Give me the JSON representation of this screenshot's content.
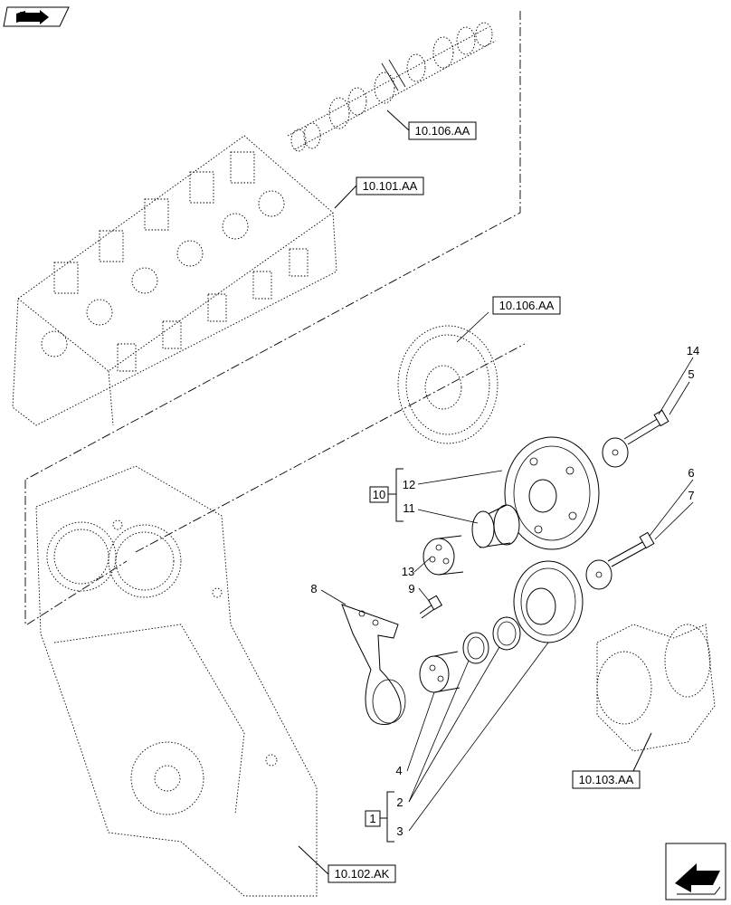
{
  "reference_boxes": {
    "camshaft_ref": "10.106.AA",
    "cylinder_head_ref": "10.101.AA",
    "camshaft_gear_ref": "10.106.AA",
    "crankshaft_ref": "10.103.AA",
    "timing_case_ref": "10.102.AK"
  },
  "callouts": {
    "n1": "1",
    "n2": "2",
    "n3": "3",
    "n4": "4",
    "n5": "5",
    "n6": "6",
    "n7": "7",
    "n8": "8",
    "n9": "9",
    "n10": "10",
    "n11": "11",
    "n12": "12",
    "n13": "13",
    "n14": "14"
  },
  "group_boxes": {
    "g10": "10",
    "g1": "1"
  },
  "icons": {
    "top_left": "book-arrow-icon",
    "bottom_right": "next-page-arrow-icon"
  }
}
